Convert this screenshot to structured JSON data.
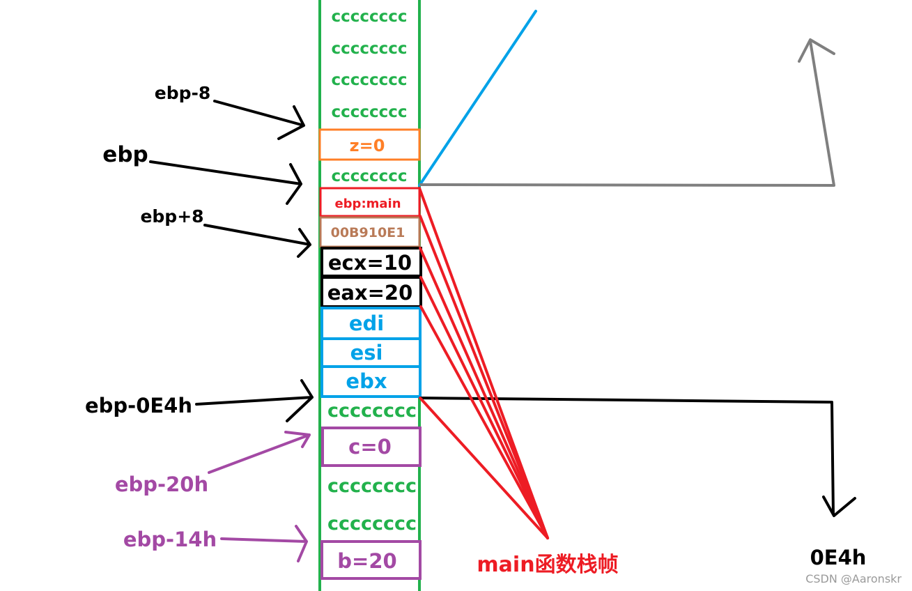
{
  "colors": {
    "green": "#22b14c",
    "orange": "#ff7f27",
    "red": "#ed1c24",
    "brown": "#b97a57",
    "black": "#000000",
    "blue": "#00a2e8",
    "purple": "#a349a4",
    "gray": "#7f7f7f"
  },
  "stack": {
    "cells": [
      {
        "id": "fill-1",
        "text": "cccccccc",
        "kind": "fill"
      },
      {
        "id": "fill-2",
        "text": "cccccccc",
        "kind": "fill"
      },
      {
        "id": "fill-3",
        "text": "cccccccc",
        "kind": "fill"
      },
      {
        "id": "fill-4",
        "text": "cccccccc",
        "kind": "fill"
      },
      {
        "id": "z",
        "text": "z=0",
        "kind": "local"
      },
      {
        "id": "fill-5",
        "text": "cccccccc",
        "kind": "fill"
      },
      {
        "id": "saved-ebp",
        "text": "ebp:main",
        "kind": "saved-ebp"
      },
      {
        "id": "return-address",
        "text": "00B910E1",
        "kind": "return-address"
      },
      {
        "id": "ecx",
        "text": "ecx=10",
        "kind": "argument"
      },
      {
        "id": "eax",
        "text": "eax=20",
        "kind": "argument"
      },
      {
        "id": "edi",
        "text": "edi",
        "kind": "register"
      },
      {
        "id": "esi",
        "text": "esi",
        "kind": "register"
      },
      {
        "id": "ebx",
        "text": "ebx",
        "kind": "register"
      },
      {
        "id": "fill-6",
        "text": "cccccccc",
        "kind": "fill"
      },
      {
        "id": "c",
        "text": "c=0",
        "kind": "main-local"
      },
      {
        "id": "fill-7",
        "text": "cccccccc",
        "kind": "fill"
      },
      {
        "id": "fill-8",
        "text": "cccccccc",
        "kind": "fill"
      },
      {
        "id": "b",
        "text": "b=20",
        "kind": "main-local"
      }
    ]
  },
  "pointers": {
    "ebp_minus_8": "ebp-8",
    "ebp": "ebp",
    "ebp_plus_8": "ebp+8",
    "ebp_minus_0e4h": "ebp-0E4h",
    "ebp_minus_20h": "ebp-20h",
    "ebp_minus_14h": "ebp-14h"
  },
  "annotations": {
    "main_frame": "main函数栈帧",
    "size": "0E4h"
  },
  "watermark": "CSDN @Aaronskr"
}
